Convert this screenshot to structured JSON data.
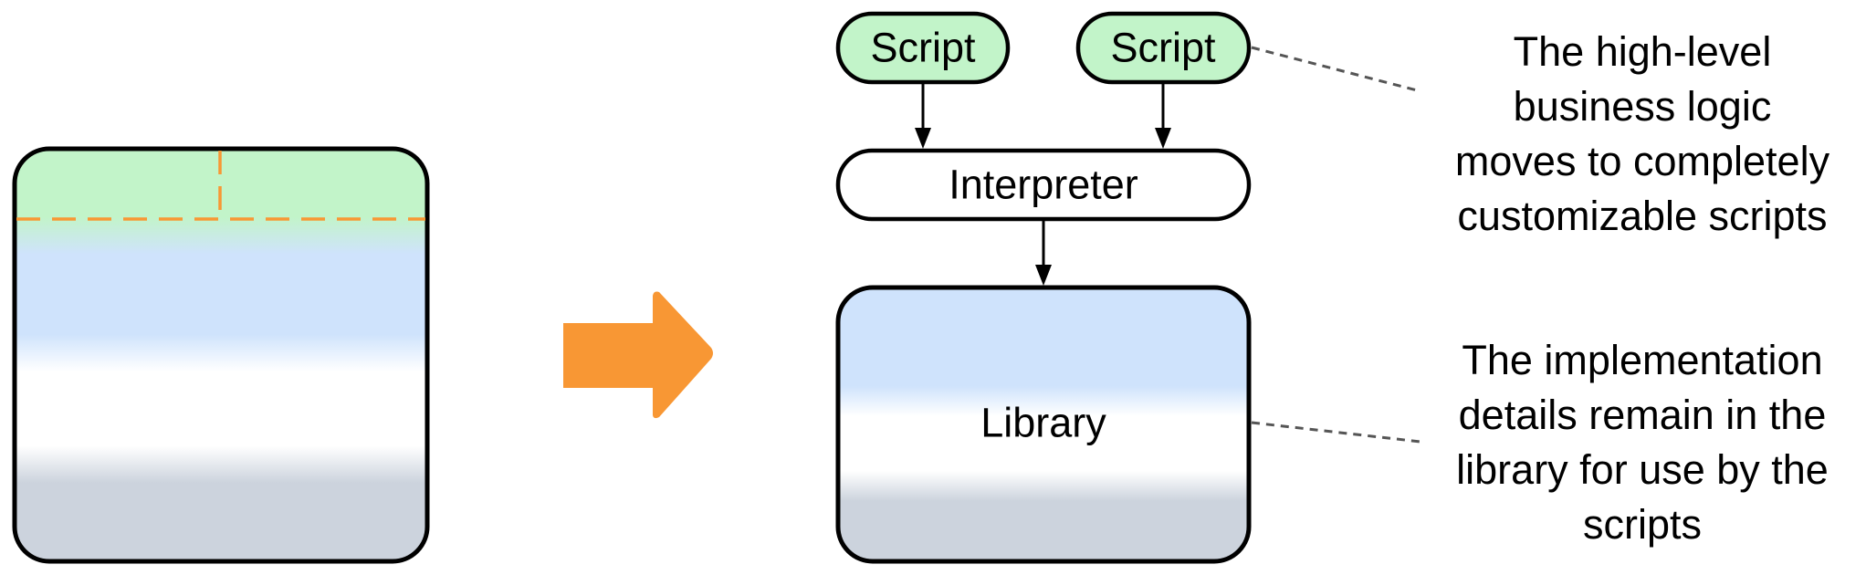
{
  "diagram": {
    "nodes": {
      "script_left": "Script",
      "script_right": "Script",
      "interpreter": "Interpreter",
      "library": "Library"
    },
    "notes": {
      "business_logic": [
        "The high-level",
        "business logic",
        "moves to completely",
        "customizable scripts"
      ],
      "implementation": [
        "The implementation",
        "details remain in the",
        "library for use by the",
        "scripts"
      ]
    },
    "colors": {
      "script_fill": "#c2f4c9",
      "library_top": "#cfe3fc",
      "library_bottom": "#ccd3dd",
      "accent_orange": "#f89734",
      "stroke": "#000000",
      "leader_line": "#555555"
    }
  }
}
